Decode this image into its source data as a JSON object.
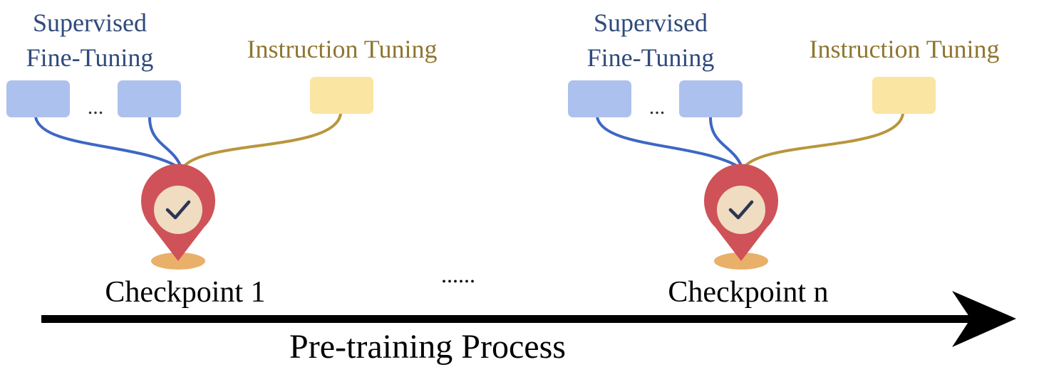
{
  "colors": {
    "sft_text": "#2f4a7c",
    "it_text": "#8f7630",
    "sft_box": "#adc1ee",
    "it_box": "#fbe5a3",
    "sft_line": "#3d67c4",
    "it_line": "#b9963c",
    "pin_outer": "#cf5258",
    "pin_inner": "#efdcc1",
    "pin_shadow": "#e9b06a",
    "check": "#2d3553",
    "arrow": "#000000",
    "text": "#000000"
  },
  "icons": {
    "checkpoint_pin": "location-pin-check-icon",
    "continuation": "ellipsis-icon"
  },
  "checkpoints": [
    {
      "sft_label_line1": "Supervised",
      "sft_label_line2": "Fine-Tuning",
      "sft_ellipsis": "...",
      "it_label": "Instruction Tuning",
      "label": "Checkpoint 1"
    },
    {
      "sft_label_line1": "Supervised",
      "sft_label_line2": "Fine-Tuning",
      "sft_ellipsis": "...",
      "it_label": "Instruction Tuning",
      "label": "Checkpoint n"
    }
  ],
  "middle_ellipsis": "......",
  "axis_label": "Pre-training Process"
}
